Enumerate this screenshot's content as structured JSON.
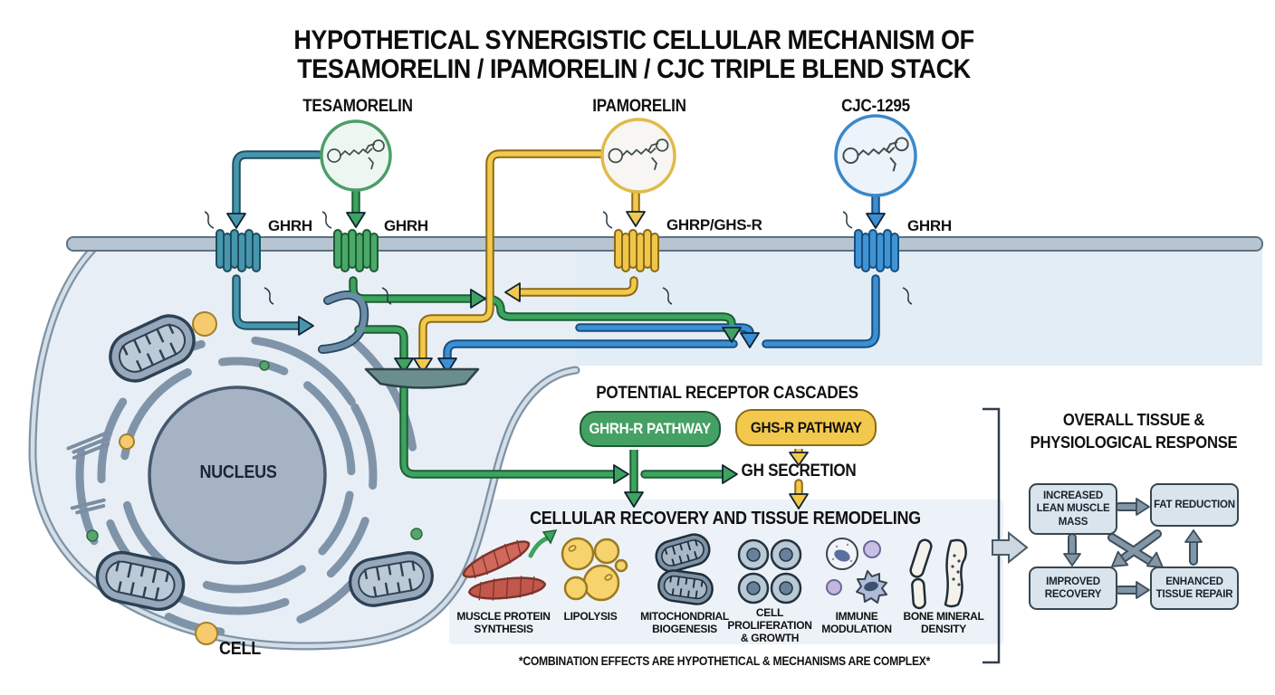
{
  "title": {
    "line1": "HYPOTHETICAL SYNERGISTIC CELLULAR MECHANISM OF",
    "line2": "TESAMORELIN / IPAMORELIN / CJC TRIPLE BLEND STACK"
  },
  "peptides": [
    {
      "name": "TESAMORELIN",
      "color": "#4c9e68"
    },
    {
      "name": "IPAMORELIN",
      "color": "#e0ba4a"
    },
    {
      "name": "CJC-1295",
      "color": "#3a88c8"
    }
  ],
  "receptors": [
    {
      "label": "GHRH",
      "color": "#4796ae"
    },
    {
      "label": "GHRH",
      "color": "#4aa968"
    },
    {
      "label": "GHRP/GHS-R",
      "color": "#f0c64a"
    },
    {
      "label": "GHRH",
      "color": "#3f94d6"
    }
  ],
  "cell": {
    "nucleus_label": "NUCLEUS",
    "cell_label": "CELL"
  },
  "cascades": {
    "heading": "POTENTIAL RECEPTOR CASCADES",
    "ghrh_pathway": "GHRH-R PATHWAY",
    "ghs_pathway": "GHS-R PATHWAY",
    "gh_secretion": "GH SECRETION"
  },
  "recovery": {
    "heading": "CELLULAR RECOVERY AND TISSUE REMODELING",
    "items": [
      {
        "label": "MUSCLE PROTEIN SYNTHESIS",
        "icon": "muscle-icon"
      },
      {
        "label": "LIPOLYSIS",
        "icon": "fat-droplets-icon"
      },
      {
        "label": "MITOCHONDRIAL BIOGENESIS",
        "icon": "mitochondria-icon"
      },
      {
        "label": "CELL PROLIFERATION & GROWTH",
        "icon": "cells-icon"
      },
      {
        "label": "IMMUNE MODULATION",
        "icon": "immune-cells-icon"
      },
      {
        "label": "BONE MINERAL DENSITY",
        "icon": "bone-joint-icon"
      }
    ]
  },
  "response": {
    "heading_line1": "OVERALL TISSUE &",
    "heading_line2": "PHYSIOLOGICAL RESPONSE",
    "boxes": [
      {
        "label": "INCREASED LEAN MUSCLE MASS"
      },
      {
        "label": "FAT REDUCTION"
      },
      {
        "label": "IMPROVED RECOVERY"
      },
      {
        "label": "ENHANCED TISSUE REPAIR"
      }
    ]
  },
  "footnote": "*COMBINATION EFFECTS ARE HYPOTHETICAL & MECHANISMS ARE COMPLEX*",
  "colors": {
    "teal": "#4796ae",
    "green": "#3da35f",
    "yellow": "#f3c94d",
    "blue": "#3b8fd4",
    "membrane": "#b7c5d2",
    "cell_fill": "#e7eef6",
    "nucleus": "#a5b3c4",
    "green_box": "#44a163",
    "yellow_box": "#f3c94d",
    "flow_box": "#dae4ed"
  }
}
